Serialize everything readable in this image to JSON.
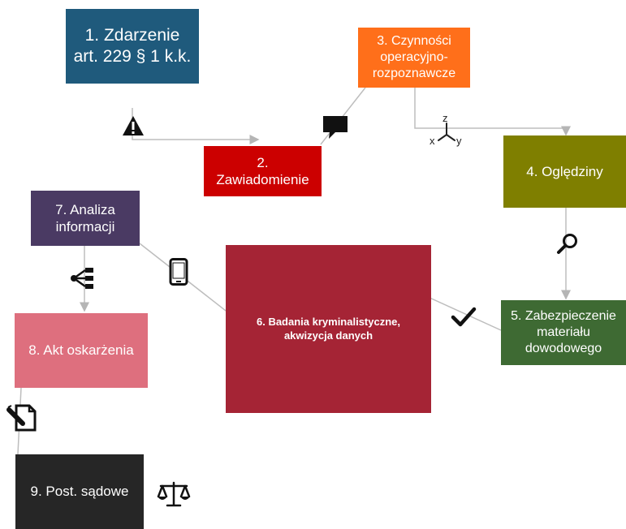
{
  "nodes": {
    "n1": {
      "label": "1. Zdarzenie\nart. 229 § 1 k.k.",
      "color": "#1f5a7c"
    },
    "n2": {
      "label": "2.\nZawiadomienie",
      "color": "#cc0000"
    },
    "n3": {
      "label": "3. Czynności\noperacyjno-\nrozpoznawcze",
      "color": "#ff6f1a"
    },
    "n4": {
      "label": "4. Oględziny",
      "color": "#7f7f00"
    },
    "n5": {
      "label": "5. Zabezpieczenie\nmateriału\ndowodowego",
      "color": "#3e6a33"
    },
    "n6": {
      "label": "6. Badania kryminalistyczne,\nakwizycja danych",
      "color": "#a52435"
    },
    "n7": {
      "label": "7. Analiza\ninformacji",
      "color": "#4a3a63"
    },
    "n8": {
      "label": "8. Akt oskarżenia",
      "color": "#de6f7e"
    },
    "n9": {
      "label": "9. Post. sądowe",
      "color": "#262626"
    }
  },
  "icons": {
    "warning": "warning-icon",
    "speech_bubble": "speech-bubble-icon",
    "axes": "xyz-axes-icon",
    "axes_x": "x",
    "axes_y": "y",
    "axes_z": "z",
    "magnifier": "magnifier-icon",
    "checkmark": "checkmark-icon",
    "smartphone": "smartphone-icon",
    "hierarchy": "hierarchy-icon",
    "document_sign": "document-sign-icon",
    "scales": "scales-of-justice-icon"
  }
}
